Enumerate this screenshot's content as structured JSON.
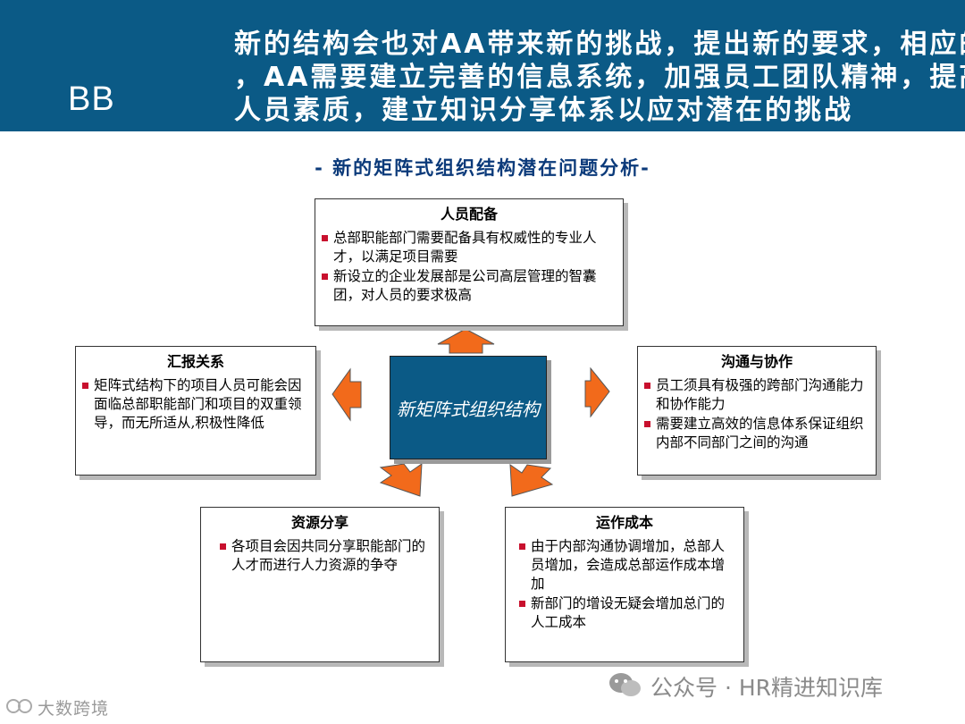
{
  "header": {
    "id": "BB",
    "lines": [
      "新的结构会也对AA带来新的挑战，提出新的要求，相应的",
      "，AA需要建立完善的信息系统，加强员工团队精神，提高",
      "人员素质，建立知识分享体系以应对潜在的挑战"
    ]
  },
  "subtitle": "- 新的矩阵式组织结构潜在问题分析-",
  "center": {
    "label": "新矩阵式组织结构"
  },
  "boxes": {
    "staffing": {
      "title": "人员配备",
      "items": [
        "总部职能部门需要配备具有权威性的专业人才，以满足项目需要",
        "新设立的企业发展部是公司高层管理的智囊团，对人员的要求极高"
      ]
    },
    "reporting": {
      "title": "汇报关系",
      "items": [
        "矩阵式结构下的项目人员可能会因面临总部职能部门和项目的双重领导，而无所适从,积极性降低"
      ]
    },
    "communication": {
      "title": "沟通与协作",
      "items": [
        "员工须具有极强的跨部门沟通能力和协作能力",
        "需要建立高效的信息体系保证组织内部不同部门之间的沟通"
      ]
    },
    "sharing": {
      "title": "资源分享",
      "items": [
        "各项目会因共同分享职能部门的人才而进行人力资源的争夺"
      ]
    },
    "cost": {
      "title": "运作成本",
      "items": [
        "由于内部沟通协调增加，总部人员增加，会造成总部运作成本增加",
        "新部门的增设无疑会增加总门的人工成本"
      ]
    }
  },
  "colors": {
    "header_bg": "#0b5a86",
    "arrow": "#f26a1b",
    "bullet": "#c8102e",
    "subtitle": "#0b3a7a"
  },
  "watermarks": {
    "main": "公众号 · HR精进知识库",
    "corner": "大数跨境"
  }
}
